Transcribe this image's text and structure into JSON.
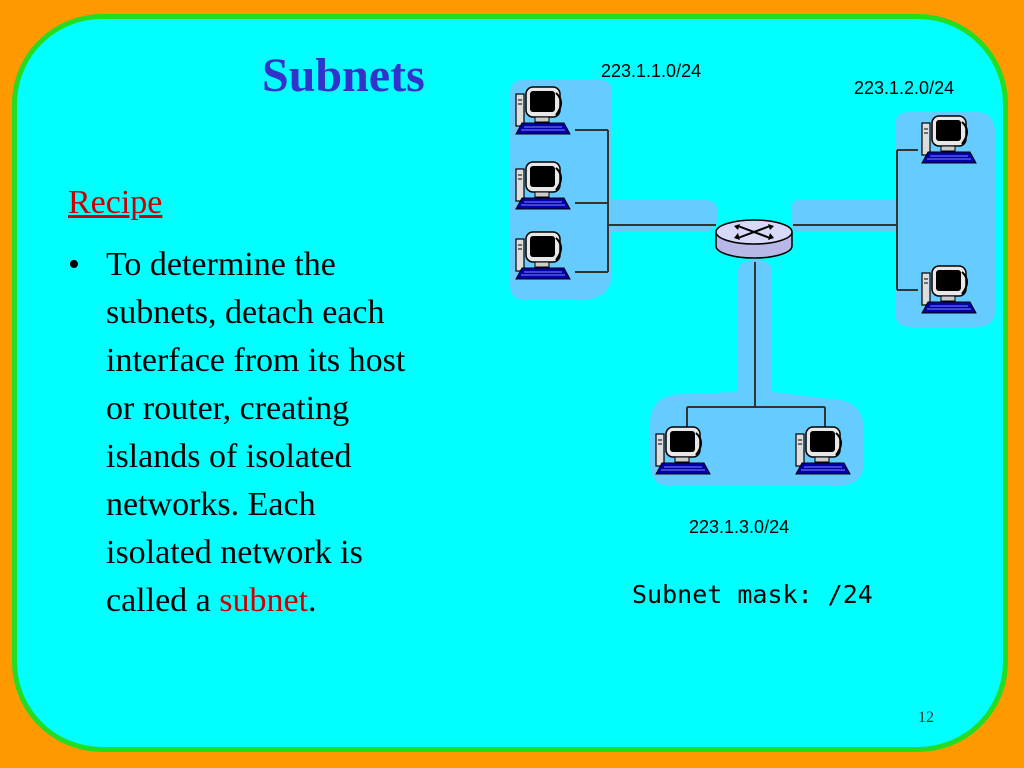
{
  "slide": {
    "title": "Subnets",
    "recipe_heading": "Recipe",
    "bullet_lines": [
      "To determine the",
      "subnets, detach each",
      "interface from its host",
      "or router, creating",
      "islands of isolated",
      "networks. Each",
      "isolated network is"
    ],
    "bullet_last_prefix": "called a ",
    "bullet_last_term": "subnet",
    "bullet_last_suffix": ".",
    "page_number": "12"
  },
  "diagram": {
    "subnets": [
      {
        "address": "223.1.1.0/24",
        "hosts": 3
      },
      {
        "address": "223.1.2.0/24",
        "hosts": 2
      },
      {
        "address": "223.1.3.0/24",
        "hosts": 2
      }
    ],
    "router_icon": "router-icon",
    "host_icon": "desktop-computer-icon",
    "subnet_mask_text": "Subnet mask: /24"
  },
  "colors": {
    "background_outer": "#FF9900",
    "slide_fill": "#00FFFF",
    "slide_border": "#22DD22",
    "title": "#3333CC",
    "accent_red": "#CC0000",
    "island_fill": "#66CCFF",
    "link": "#333333",
    "router_fill": "#C8C8F0"
  }
}
